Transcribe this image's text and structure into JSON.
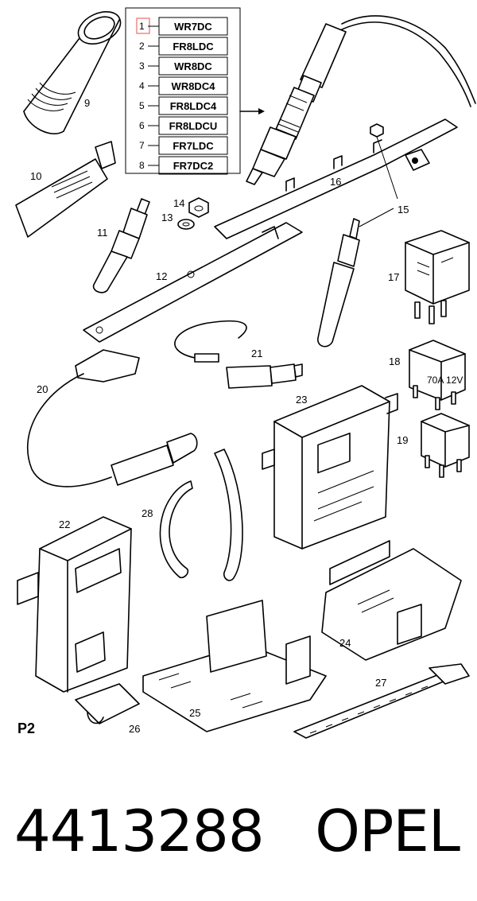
{
  "diagram": {
    "page_code": "P2",
    "spec_table": [
      {
        "index": "1",
        "code": "WR7DC"
      },
      {
        "index": "2",
        "code": "FR8LDC"
      },
      {
        "index": "3",
        "code": "WR8DC"
      },
      {
        "index": "4",
        "code": "WR8DC4"
      },
      {
        "index": "5",
        "code": "FR8LDC4"
      },
      {
        "index": "6",
        "code": "FR8LDCU"
      },
      {
        "index": "7",
        "code": "FR7LDC"
      },
      {
        "index": "8",
        "code": "FR7DC2"
      }
    ],
    "callouts": [
      "9",
      "10",
      "11",
      "12",
      "13",
      "14",
      "15",
      "16",
      "17",
      "18",
      "19",
      "20",
      "21",
      "22",
      "23",
      "24",
      "25",
      "26",
      "27",
      "28"
    ],
    "relay_label_18": "70A 12V"
  },
  "footer": {
    "part_number": "4413288",
    "brand": "OPEL"
  },
  "colors": {
    "highlight": "#f08080",
    "ink": "#000000"
  }
}
